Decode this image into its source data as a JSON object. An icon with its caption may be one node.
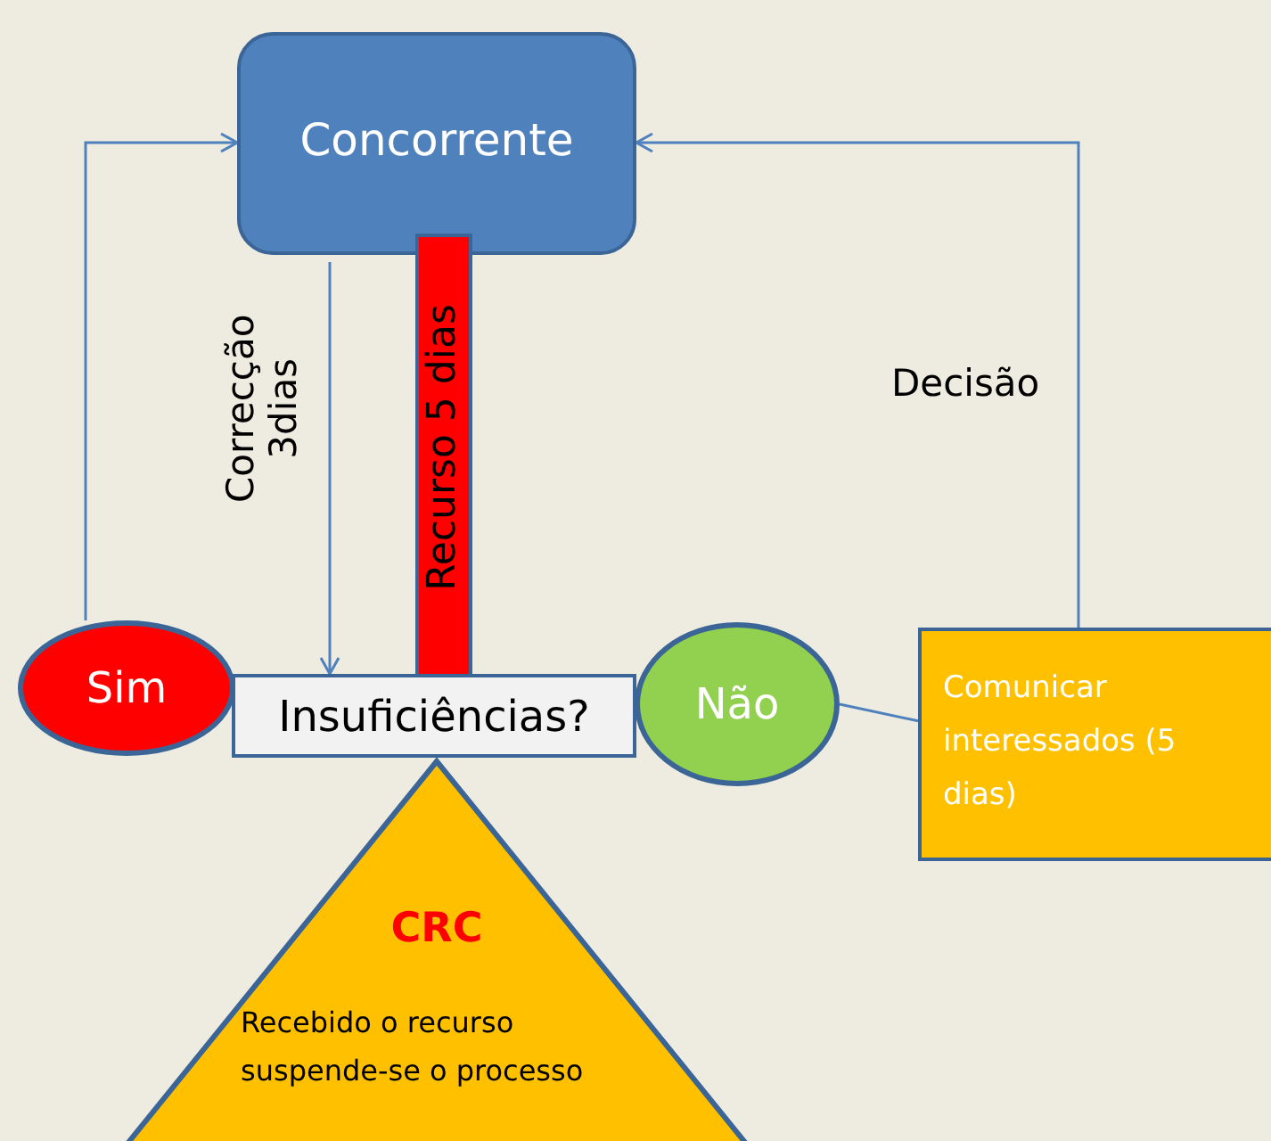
{
  "diagram": {
    "nodes": [
      {
        "text": [
          "Concorrente"
        ]
      },
      {
        "text": [
          "Recurso 5 dias"
        ]
      },
      {
        "text": [
          "Sim"
        ]
      },
      {
        "text": [
          "Insuficiências?"
        ]
      },
      {
        "text": [
          "Não"
        ]
      },
      {
        "text": [
          "Comunicar interessados (5 dias)"
        ]
      },
      {
        "text": [
          "CRC",
          "Recebido o recurso suspende-se o processo"
        ]
      }
    ],
    "edges": [
      {
        "from": 2,
        "to": 0,
        "arrow": "to"
      },
      {
        "from": 0,
        "to": 3,
        "arrow": "to",
        "label": "Correcção 3dias"
      },
      {
        "from": 5,
        "to": 0,
        "arrow": "to",
        "label": "Decisão"
      },
      {
        "from": 4,
        "to": 5,
        "arrow": "none"
      }
    ]
  }
}
